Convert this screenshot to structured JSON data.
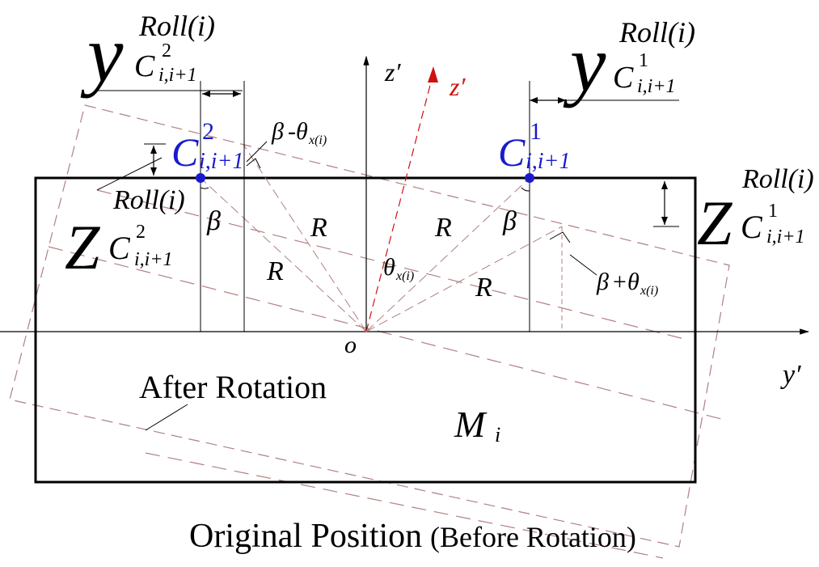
{
  "labels": {
    "axis_z": "z′",
    "axis_z_rot": "z′",
    "axis_y": "y′",
    "origin": "o",
    "c2": {
      "base": "C",
      "sup": "2",
      "sub": "i,i+1"
    },
    "c1": {
      "base": "C",
      "sup": "1",
      "sub": "i,i+1"
    },
    "y_left": {
      "base": "y",
      "sup": "Roll(i)",
      "inner_base": "C",
      "inner_sup": "2",
      "inner_sub": "i,i+1"
    },
    "y_right": {
      "base": "y",
      "sup": "Roll(i)",
      "inner_base": "C",
      "inner_sup": "1",
      "inner_sub": "i,i+1"
    },
    "z_left": {
      "base": "Z",
      "sup": "Roll(i)",
      "inner_base": "C",
      "inner_sup": "2",
      "inner_sub": "i,i+1"
    },
    "z_right": {
      "base": "Z",
      "sup": "Roll(i)",
      "inner_base": "C",
      "inner_sup": "1",
      "inner_sub": "i,i+1"
    },
    "beta": "β",
    "beta_minus": {
      "beta": "β",
      "op": "-",
      "theta": "θ",
      "sub": "x(i)"
    },
    "beta_plus": {
      "beta": "β",
      "op": "+",
      "theta": "θ",
      "sub": "x(i)"
    },
    "theta": {
      "theta": "θ",
      "sub": "x(i)"
    },
    "radius": "R",
    "mass": {
      "base": "M",
      "sub": "i"
    },
    "after_rotation": "After Rotation",
    "original_position": "Original Position",
    "before_rotation": "(Before Rotation)"
  },
  "colors": {
    "line": "#000000",
    "dash": "#b08080",
    "point": "#1a1acc",
    "rot_axis": "#d01010"
  }
}
